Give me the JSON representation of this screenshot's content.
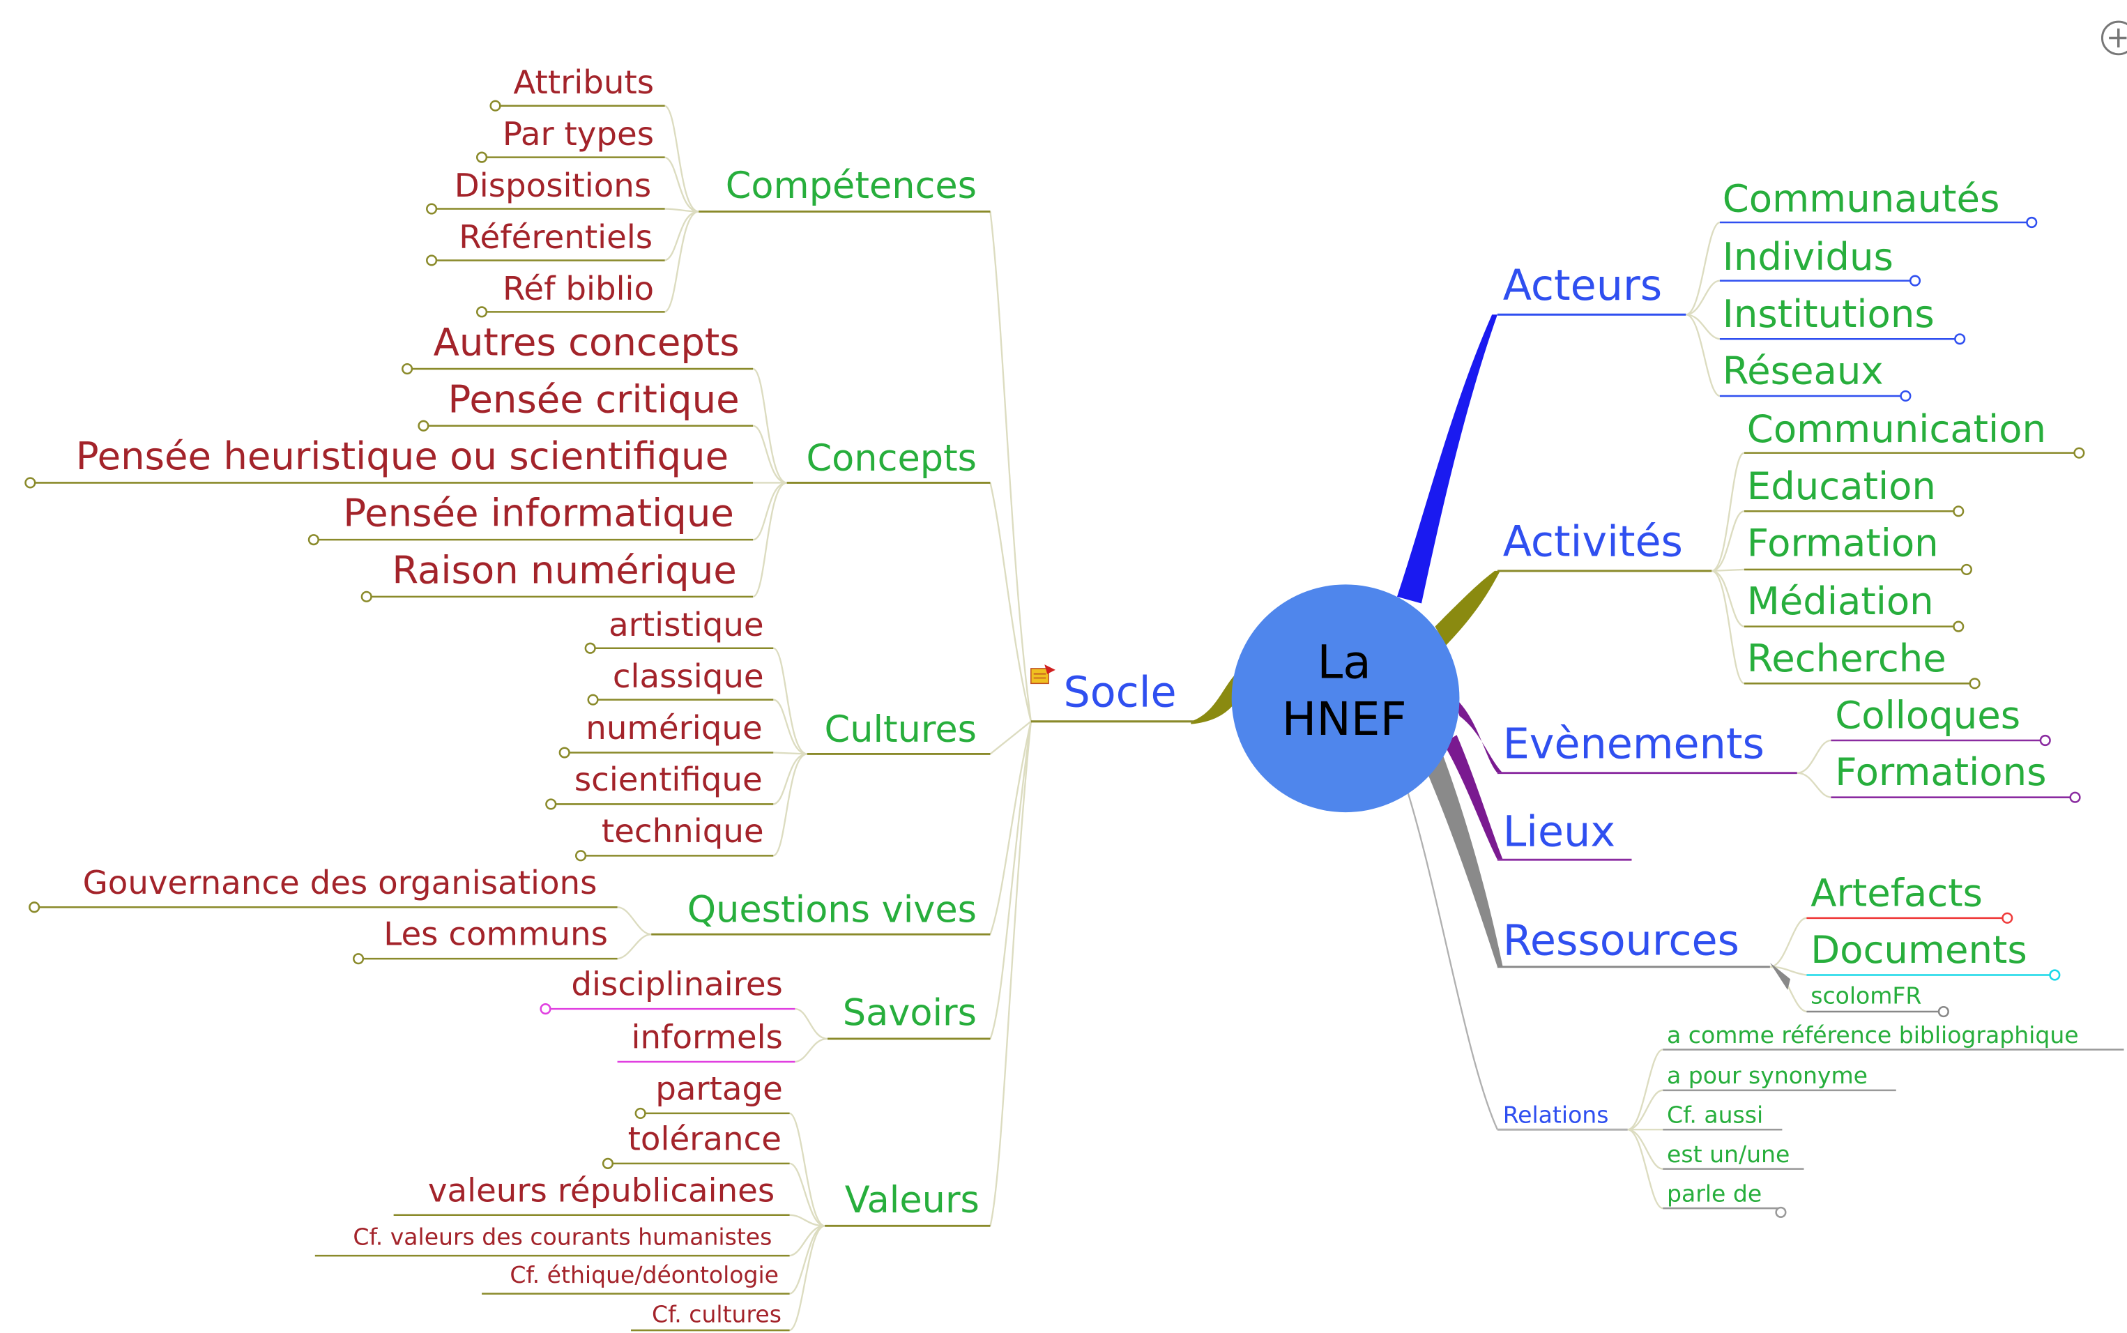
{
  "center": {
    "line1": "La",
    "line2": "HNEF",
    "color": "#4f86ec"
  },
  "colors": {
    "red": "#a3232a",
    "green": "#27ae3c",
    "blue": "#2f4ff0",
    "olive": "#8a8a2a",
    "purple": "#8a2ba0",
    "gray": "#888888"
  },
  "socle": {
    "label": "Socle",
    "groups": {
      "competences": {
        "label": "Compétences",
        "items": [
          "Attributs",
          "Par types",
          "Dispositions",
          "Référentiels",
          "Réf biblio"
        ]
      },
      "concepts": {
        "label": "Concepts",
        "items": [
          "Autres concepts",
          "Pensée critique",
          "Pensée heuristique ou scientifique",
          "Pensée informatique",
          "Raison numérique"
        ]
      },
      "cultures": {
        "label": "Cultures",
        "items": [
          "artistique",
          "classique",
          "numérique",
          "scientifique",
          "technique"
        ]
      },
      "questions": {
        "label": "Questions vives",
        "items": [
          "Gouvernance des organisations",
          "Les communs"
        ]
      },
      "savoirs": {
        "label": "Savoirs",
        "items": [
          "disciplinaires",
          "informels"
        ]
      },
      "valeurs": {
        "label": "Valeurs",
        "items": [
          "partage",
          "tolérance",
          "valeurs républicaines",
          "Cf. valeurs des courants humanistes",
          "Cf. éthique/déontologie",
          "Cf. cultures"
        ]
      }
    }
  },
  "right": {
    "acteurs": {
      "label": "Acteurs",
      "items": [
        "Communautés",
        "Individus",
        "Institutions",
        "Réseaux"
      ]
    },
    "activites": {
      "label": "Activités",
      "items": [
        "Communication",
        "Education",
        "Formation",
        "Médiation",
        "Recherche"
      ]
    },
    "evenements": {
      "label": "Evènements",
      "items": [
        "Colloques",
        "Formations"
      ]
    },
    "lieux": {
      "label": "Lieux"
    },
    "ressources": {
      "label": "Ressources",
      "items": [
        "Artefacts",
        "Documents",
        "scolomFR"
      ]
    },
    "relations": {
      "label": "Relations",
      "items": [
        "a comme référence bibliographique",
        "a pour synonyme",
        "Cf. aussi",
        "est un/une",
        "parle de"
      ]
    }
  }
}
